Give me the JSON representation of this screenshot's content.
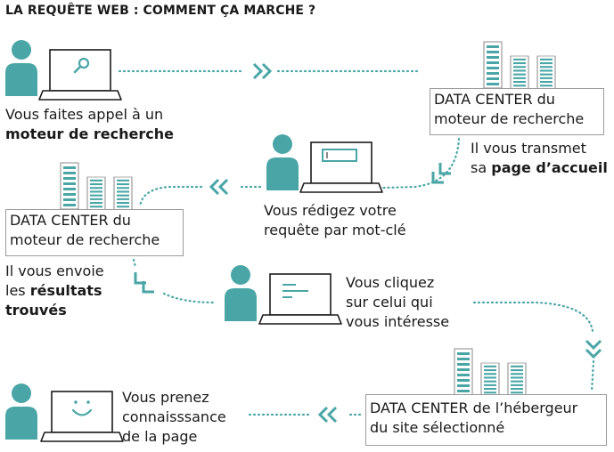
{
  "title": "LA REQUÊTE WEB : COMMENT ÇA MARCHE ?",
  "colors": {
    "teal": "#4aa6a6",
    "dark": "#1a1a1a",
    "box_border": "#9a9a9a"
  },
  "step1": {
    "line1": "Vous faites appel à un",
    "bold": "moteur de recherche"
  },
  "dc1": {
    "line1": "DATA CENTER du",
    "line2": "moteur de recherche"
  },
  "step2": {
    "line1": "Il vous transmet",
    "pre": "sa ",
    "bold": "page d’accueil"
  },
  "step3": {
    "line1": "Vous rédigez votre",
    "line2": "requête par mot-clé"
  },
  "dc2": {
    "line1": "DATA CENTER du",
    "line2": "moteur de recherche"
  },
  "step4": {
    "line1": "Il vous envoie",
    "pre": "les ",
    "bold1": "résultats",
    "bold2": "trouvés"
  },
  "step5": {
    "line1": "Vous cliquez",
    "line2": "sur celui qui",
    "line3": "vous intéresse"
  },
  "dc3": {
    "line1": "DATA CENTER de l’hébergeur",
    "line2": "du site sélectionné"
  },
  "step6": {
    "line1": "Vous prenez",
    "line2": "connaisssance",
    "line3": "de la page"
  },
  "icons": [
    "user-icon",
    "laptop-icon",
    "magnifier-icon",
    "server-icon",
    "chevron-icon",
    "smiley-icon"
  ]
}
